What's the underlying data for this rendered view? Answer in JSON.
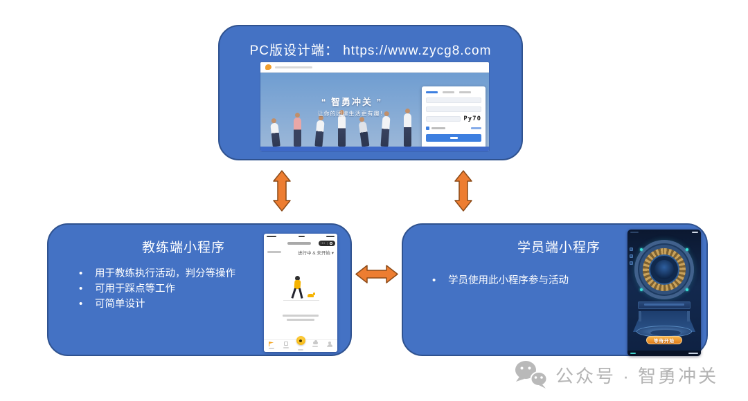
{
  "colors": {
    "box_blue": "#4472C4",
    "box_border": "#2F528F",
    "arrow_orange": "#ED7D31",
    "arrow_border": "#8C4A17",
    "site_accent_blue": "#3D7FE0",
    "app_yellow": "#F5B301",
    "game_button_orange": "#E8852B",
    "watermark_gray": "#B4B4B4"
  },
  "top_box": {
    "title": "PC版设计端： https://www.zycg8.com",
    "site": {
      "hero_title": "“ 智勇冲关 ”",
      "hero_subtitle": "让你的团建生活更有趣！",
      "captcha_code": "Py70"
    }
  },
  "coach_box": {
    "title": "教练端小程序",
    "bullets": [
      "用于教练执行活动，判分等操作",
      "可用于踩点等工作",
      "可简单设计"
    ],
    "phone": {
      "filter_label": "进行中 & 未开始 ▾"
    }
  },
  "student_box": {
    "title": "学员端小程序",
    "bullets": [
      "学员使用此小程序参与活动"
    ],
    "phone": {
      "start_button_label": "等待开始"
    }
  },
  "watermark": {
    "text": "公众号 · 智勇冲关"
  }
}
